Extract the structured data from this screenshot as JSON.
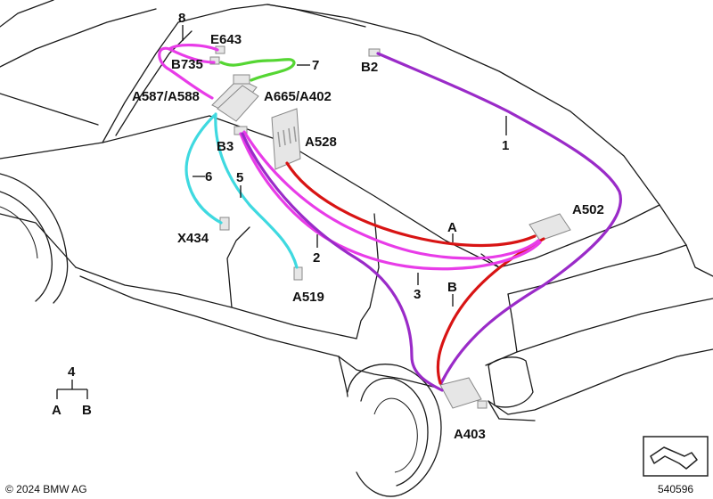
{
  "labels": {
    "e643": "E643",
    "b735": "B735",
    "a587_a588": "A587/A588",
    "a665_a402": "A665/A402",
    "b2": "B2",
    "b3": "B3",
    "a528": "A528",
    "x434": "X434",
    "a519": "A519",
    "a502": "A502",
    "a403": "A403"
  },
  "callouts": {
    "c8": "8",
    "c7": "7",
    "c1": "1",
    "c6": "6",
    "c5": "5",
    "c2": "2",
    "c3": "3",
    "cA": "A",
    "cB": "B"
  },
  "legend": {
    "number": "4",
    "left": "A",
    "right": "B"
  },
  "footer": {
    "copyright": "© 2024 BMW AG",
    "image_number": "540596"
  },
  "colors": {
    "magenta": "#e83ce8",
    "green": "#55d633",
    "cyan": "#3fd9e0",
    "purple": "#9a2bc8",
    "red": "#d81414"
  },
  "icons": {
    "corner": "navigation-arrow-icon"
  }
}
